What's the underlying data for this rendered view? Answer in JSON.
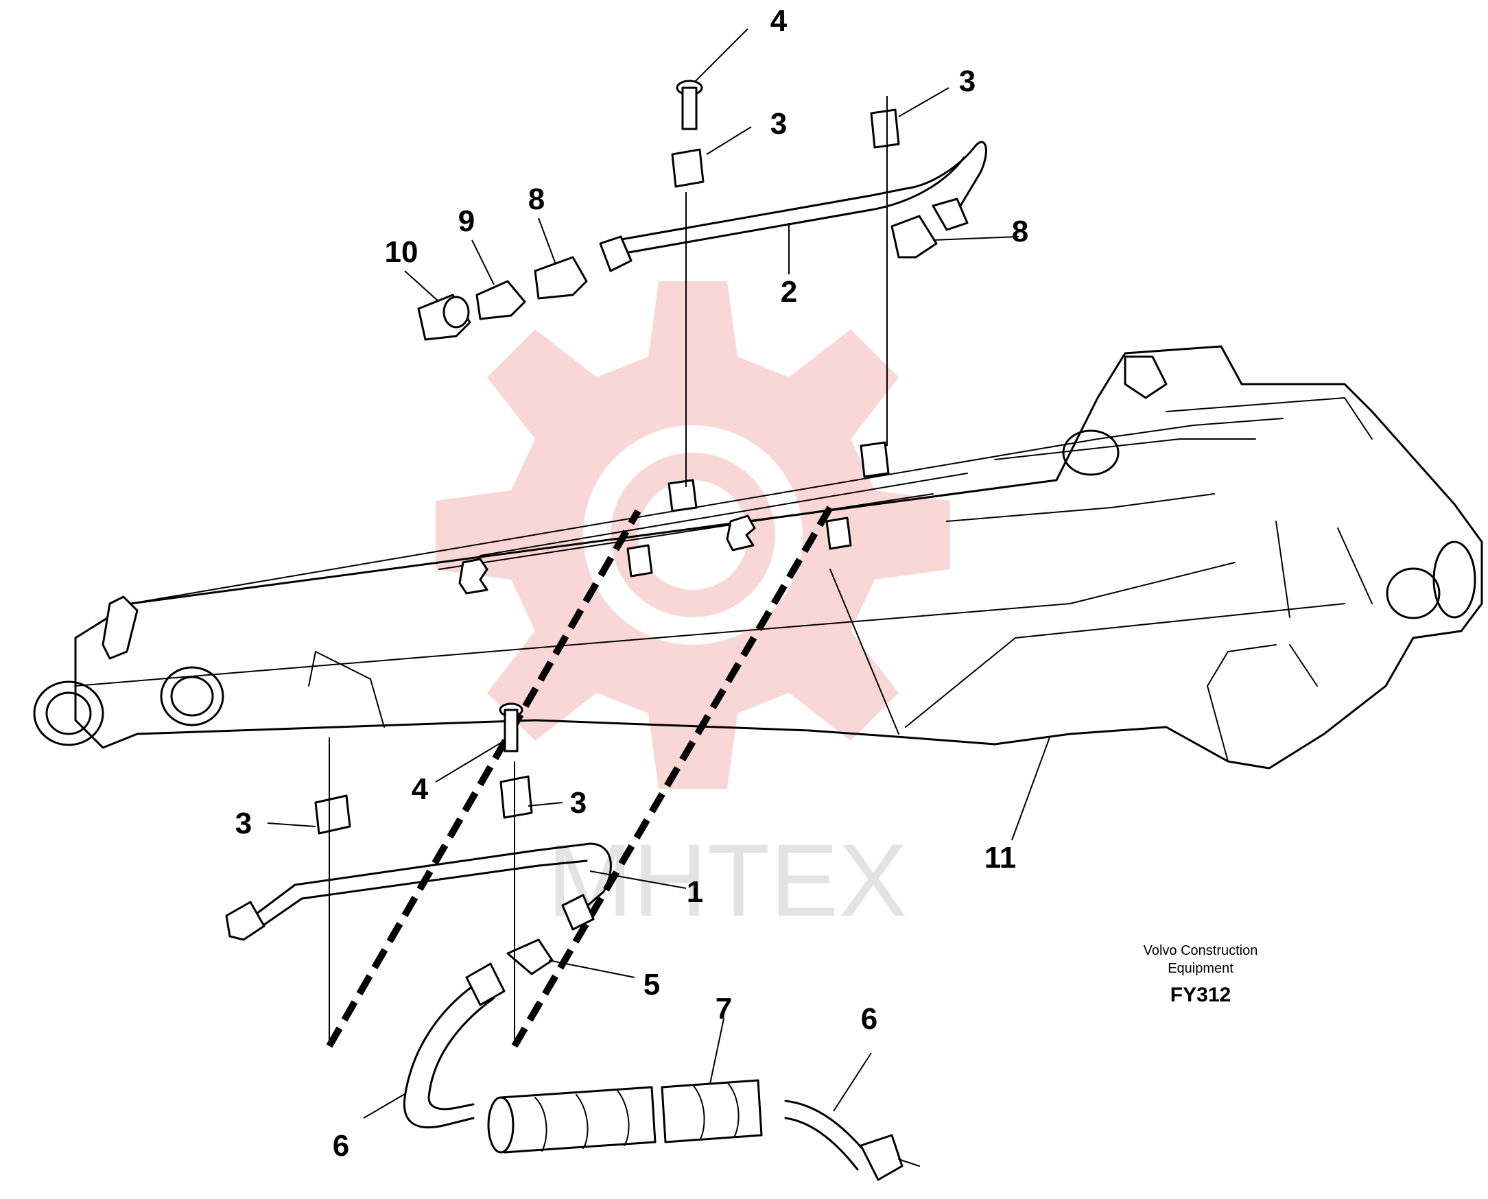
{
  "diagram": {
    "brand_line1": "Volvo Construction",
    "brand_line2": "Equipment",
    "figure_code": "FY312",
    "watermark_text": "MHTEX",
    "colors": {
      "ink": "#000000",
      "watermark_gear": "#f7c9c9",
      "watermark_text": "#e3e3e3"
    },
    "callouts": [
      {
        "id": "top-4",
        "label": "4"
      },
      {
        "id": "top-3-left",
        "label": "3"
      },
      {
        "id": "top-3-right",
        "label": "3"
      },
      {
        "id": "top-8-left",
        "label": "8"
      },
      {
        "id": "top-8-right",
        "label": "8"
      },
      {
        "id": "top-9",
        "label": "9"
      },
      {
        "id": "top-10",
        "label": "10"
      },
      {
        "id": "top-2",
        "label": "2"
      },
      {
        "id": "boom-11",
        "label": "11"
      },
      {
        "id": "low-4",
        "label": "4"
      },
      {
        "id": "low-3-left",
        "label": "3"
      },
      {
        "id": "low-3-right",
        "label": "3"
      },
      {
        "id": "low-1",
        "label": "1"
      },
      {
        "id": "low-5",
        "label": "5"
      },
      {
        "id": "low-6-left",
        "label": "6"
      },
      {
        "id": "low-6-right",
        "label": "6"
      },
      {
        "id": "low-7",
        "label": "7"
      }
    ]
  }
}
